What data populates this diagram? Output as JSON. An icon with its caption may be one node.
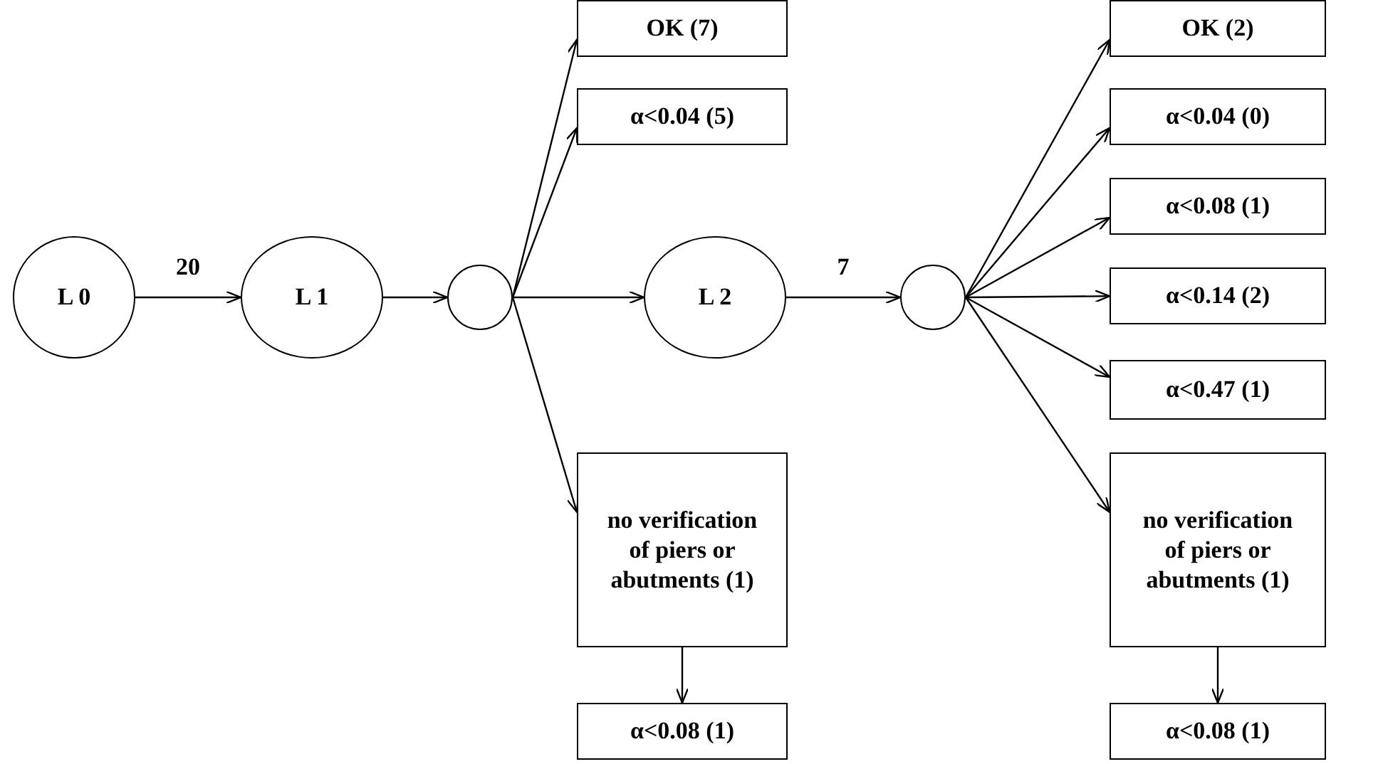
{
  "diagram": {
    "nodes": [
      {
        "text": [
          "L 0"
        ]
      },
      {
        "text": [
          "L 1"
        ]
      },
      {
        "text": [],
        "shape": "circle"
      },
      {
        "text": [
          "OK (7)"
        ]
      },
      {
        "text": [
          "α<0.04 (5)"
        ]
      },
      {
        "text": [
          "L 2"
        ]
      },
      {
        "text": [
          "no verification of piers or abutments (1)"
        ]
      },
      {
        "text": [
          "α<0.08 (1)"
        ]
      },
      {
        "text": [],
        "shape": "circle"
      },
      {
        "text": [
          "OK (2)"
        ]
      },
      {
        "text": [
          "α<0.04 (0)"
        ]
      },
      {
        "text": [
          "α<0.08 (1)"
        ]
      },
      {
        "text": [
          "α<0.14 (2)"
        ]
      },
      {
        "text": [
          "α<0.47 (1)"
        ]
      },
      {
        "text": [
          "no verification of piers or abutments (1)"
        ]
      },
      {
        "text": [
          "α<0.08 (1)"
        ]
      }
    ],
    "edges": [
      {
        "from": 0,
        "to": 1,
        "arrow": "to",
        "label": "20"
      },
      {
        "from": 1,
        "to": 2,
        "arrow": "to"
      },
      {
        "from": 2,
        "to": 3,
        "arrow": "to"
      },
      {
        "from": 2,
        "to": 4,
        "arrow": "to"
      },
      {
        "from": 2,
        "to": 5,
        "arrow": "to"
      },
      {
        "from": 2,
        "to": 6,
        "arrow": "to"
      },
      {
        "from": 6,
        "to": 7,
        "arrow": "to"
      },
      {
        "from": 5,
        "to": 8,
        "arrow": "to",
        "label": "7"
      },
      {
        "from": 8,
        "to": 9,
        "arrow": "to"
      },
      {
        "from": 8,
        "to": 10,
        "arrow": "to"
      },
      {
        "from": 8,
        "to": 11,
        "arrow": "to"
      },
      {
        "from": 8,
        "to": 12,
        "arrow": "to"
      },
      {
        "from": 8,
        "to": 13,
        "arrow": "to"
      },
      {
        "from": 8,
        "to": 14,
        "arrow": "to"
      },
      {
        "from": 14,
        "to": 15,
        "arrow": "to"
      }
    ]
  }
}
